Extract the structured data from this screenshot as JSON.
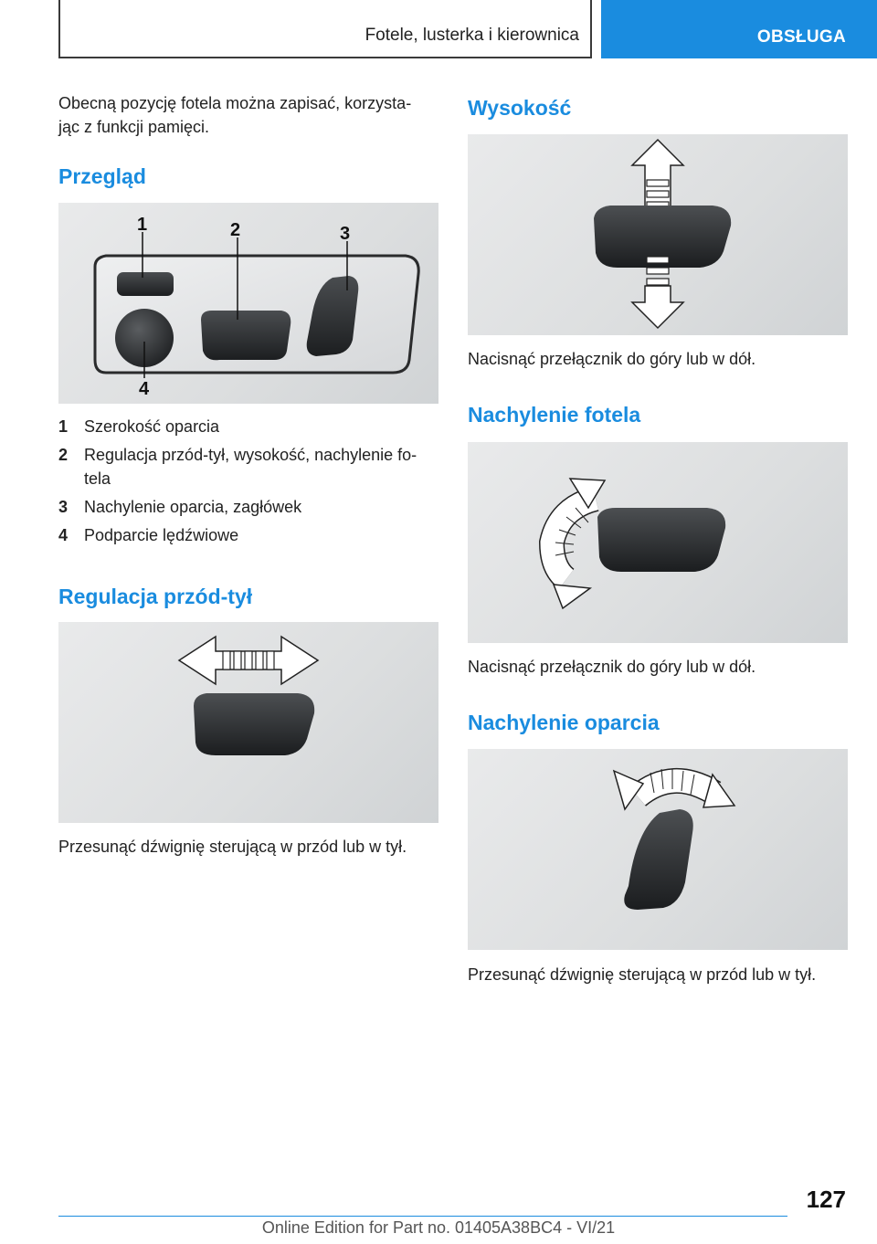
{
  "header": {
    "section_title": "Fotele, lusterka i kierownica",
    "tab_label": "OBSŁUGA"
  },
  "left": {
    "intro": "Obecną pozycję fotela można zapisać, korzysta-jąc z funkcji pamięci.",
    "overview_heading": "Przegląd",
    "overview_callouts": [
      "1",
      "2",
      "3",
      "4"
    ],
    "overview_items": [
      {
        "num": "1",
        "text": "Szerokość oparcia"
      },
      {
        "num": "2",
        "text": "Regulacja przód-tył, wysokość, nachylenie fo-tela"
      },
      {
        "num": "3",
        "text": "Nachylenie oparcia, zagłówek"
      },
      {
        "num": "4",
        "text": "Podparcie lędźwiowe"
      }
    ],
    "fore_aft_heading": "Regulacja przód-tył",
    "fore_aft_caption": "Przesunąć dźwignię sterującą w przód lub w tył."
  },
  "right": {
    "height_heading": "Wysokość",
    "height_caption": "Nacisnąć przełącznik do góry lub w dół.",
    "tilt_heading": "Nachylenie fotela",
    "tilt_caption": "Nacisnąć przełącznik do góry lub w dół.",
    "backrest_heading": "Nachylenie oparcia",
    "backrest_caption": "Przesunąć dźwignię sterującą w przód lub w tył."
  },
  "footer": {
    "page_number": "127",
    "edition": "Online Edition for Part no. 01405A38BC4 - VI/21"
  },
  "colors": {
    "accent": "#1a8cdf",
    "figure_bg": "#dcdedf"
  }
}
